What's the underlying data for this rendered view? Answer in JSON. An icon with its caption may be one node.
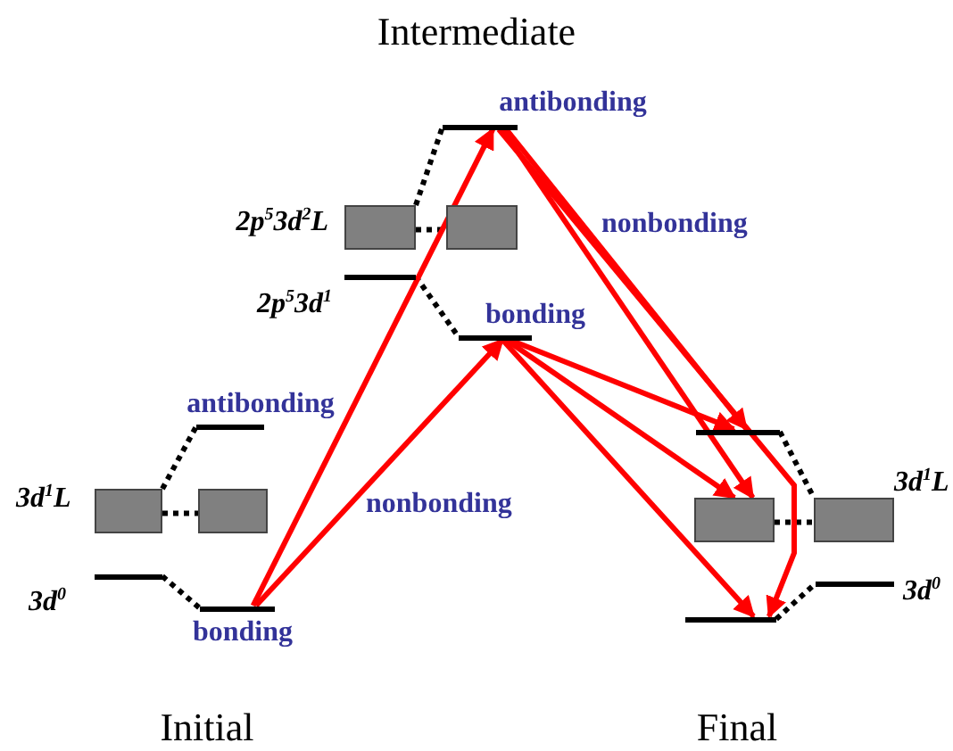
{
  "diagram": {
    "nodes": [
      {
        "text": [
          "antibonding"
        ]
      },
      {
        "text": [],
        "shape": "box"
      },
      {
        "text": [],
        "shape": "box"
      },
      {
        "text": [],
        "shape": "bar"
      },
      {
        "text": [
          "bonding"
        ]
      },
      {
        "text": [
          "antibonding"
        ]
      },
      {
        "text": [],
        "shape": "box"
      },
      {
        "text": [],
        "shape": "box"
      },
      {
        "text": [],
        "shape": "bar"
      },
      {
        "text": [
          "bonding"
        ]
      },
      {
        "text": [],
        "shape": "bar"
      },
      {
        "text": [],
        "shape": "box"
      },
      {
        "text": [],
        "shape": "box"
      },
      {
        "text": [],
        "shape": "bar"
      },
      {
        "text": [],
        "shape": "bar"
      }
    ],
    "edges": [
      {
        "from": 1,
        "to": 0,
        "arrow": "none",
        "style": "dashed"
      },
      {
        "from": 1,
        "to": 2,
        "arrow": "none",
        "style": "dashed"
      },
      {
        "from": 3,
        "to": 4,
        "arrow": "none",
        "style": "dashed"
      },
      {
        "from": 6,
        "to": 5,
        "arrow": "none",
        "style": "dashed"
      },
      {
        "from": 6,
        "to": 7,
        "arrow": "none",
        "style": "dashed"
      },
      {
        "from": 8,
        "to": 9,
        "arrow": "none",
        "style": "dashed"
      },
      {
        "from": 10,
        "to": 12,
        "arrow": "none",
        "style": "dashed"
      },
      {
        "from": 11,
        "to": 12,
        "arrow": "none",
        "style": "dashed"
      },
      {
        "from": 14,
        "to": 13,
        "arrow": "none",
        "style": "dashed"
      },
      {
        "from": 9,
        "to": 0,
        "arrow": "to",
        "color": "#ff0000"
      },
      {
        "from": 9,
        "to": 4,
        "arrow": "to",
        "color": "#ff0000"
      },
      {
        "from": 0,
        "to": 10,
        "arrow": "to",
        "color": "#ff0000"
      },
      {
        "from": 0,
        "to": 11,
        "arrow": "to",
        "color": "#ff0000"
      },
      {
        "from": 0,
        "to": 14,
        "arrow": "to",
        "color": "#ff0000"
      },
      {
        "from": 4,
        "to": 10,
        "arrow": "to",
        "color": "#ff0000"
      },
      {
        "from": 4,
        "to": 11,
        "arrow": "to",
        "color": "#ff0000"
      },
      {
        "from": 4,
        "to": 14,
        "arrow": "to",
        "color": "#ff0000"
      }
    ],
    "labels": [
      "Intermediate",
      "2p$^{5}$3d$^{2}$L",
      "nonbonding",
      "2p$^{5}$3d$^{1}$",
      "3d$^{1}$L",
      "nonbonding",
      "3d$^{0}$",
      "3d$^{1}$L",
      "3d$^{0}$",
      "Initial",
      "Final"
    ]
  }
}
